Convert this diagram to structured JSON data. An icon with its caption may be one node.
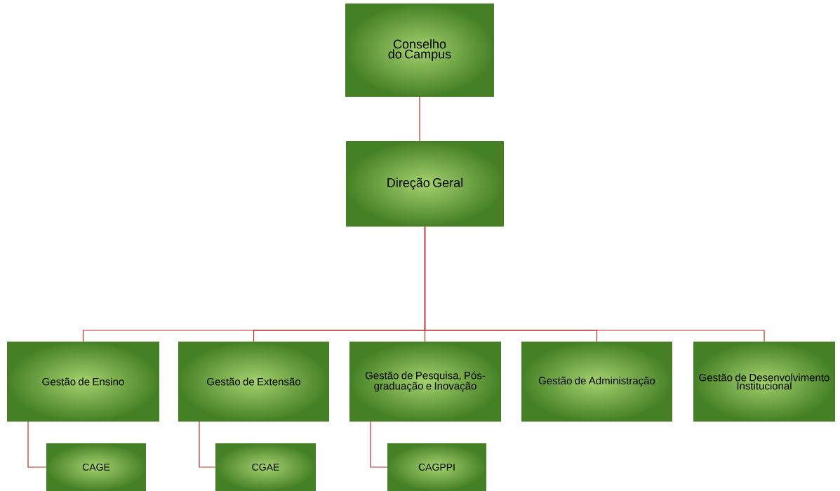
{
  "diagram": {
    "nodes": [
      {
        "text": [
          "Conselho do Campus"
        ]
      },
      {
        "text": [
          "Direção Geral"
        ]
      },
      {
        "text": [
          "Gestão de Ensino"
        ]
      },
      {
        "text": [
          "Gestão de Extensão"
        ]
      },
      {
        "text": [
          "Gestão de Pesquisa, Pós-graduação e Inovação"
        ]
      },
      {
        "text": [
          "Gestão de Administração"
        ]
      },
      {
        "text": [
          "Gestão de Desenvolvimento Institucional"
        ]
      },
      {
        "text": [
          "CAGE"
        ]
      },
      {
        "text": [
          "CGAE"
        ]
      },
      {
        "text": [
          "CAGPPI"
        ]
      }
    ],
    "edges": [
      {
        "from": 0,
        "to": 1,
        "arrow": "none"
      },
      {
        "from": 1,
        "to": 2,
        "arrow": "none"
      },
      {
        "from": 1,
        "to": 3,
        "arrow": "none"
      },
      {
        "from": 1,
        "to": 4,
        "arrow": "none"
      },
      {
        "from": 1,
        "to": 5,
        "arrow": "none"
      },
      {
        "from": 1,
        "to": 6,
        "arrow": "none"
      },
      {
        "from": 2,
        "to": 7,
        "arrow": "none"
      },
      {
        "from": 3,
        "to": 8,
        "arrow": "none"
      },
      {
        "from": 4,
        "to": 9,
        "arrow": "none"
      }
    ]
  }
}
